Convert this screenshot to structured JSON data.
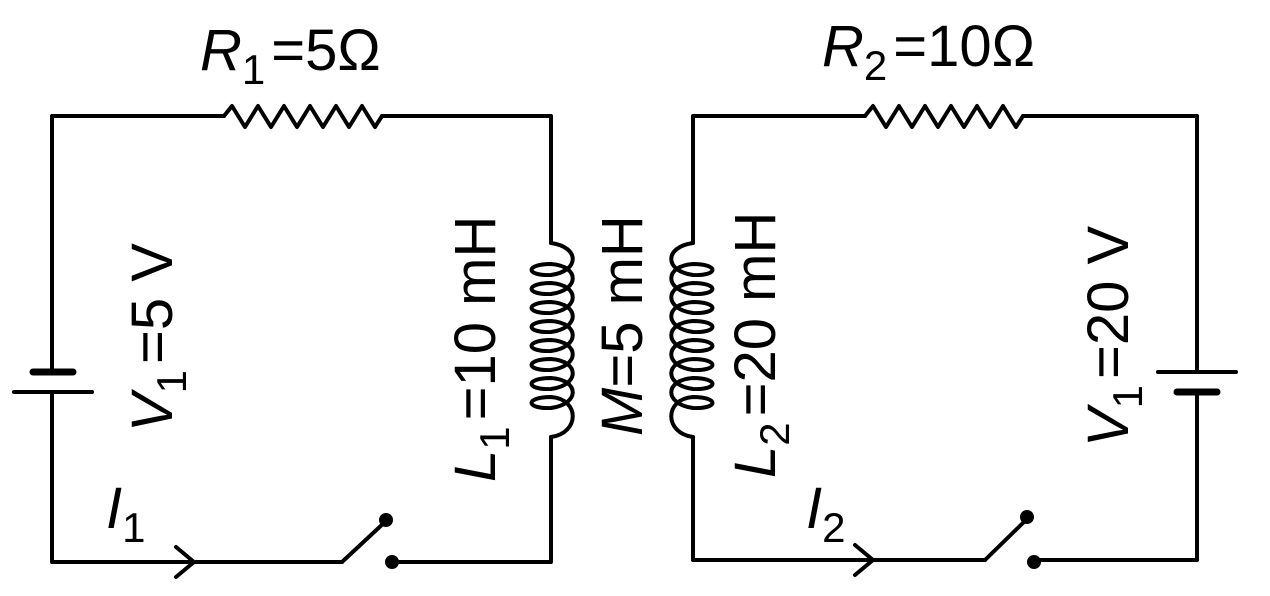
{
  "circuit_left": {
    "resistor": {
      "symbol": "R",
      "subscript": "1",
      "value": "=5Ω"
    },
    "battery": {
      "symbol": "V",
      "subscript": "1",
      "value": "=5 V"
    },
    "inductor": {
      "symbol": "L",
      "subscript": "1",
      "value": "=10 mH"
    },
    "current": {
      "symbol": "I",
      "subscript": "1"
    }
  },
  "mutual": {
    "symbol": "M",
    "value": "=5 mH"
  },
  "circuit_right": {
    "resistor": {
      "symbol": "R",
      "subscript": "2",
      "value": "=10Ω"
    },
    "battery": {
      "symbol": "V",
      "subscript": "1",
      "value": "=20 V"
    },
    "inductor": {
      "symbol": "L",
      "subscript": "2",
      "value": "=20 mH"
    },
    "current": {
      "symbol": "I",
      "subscript": "2"
    }
  }
}
